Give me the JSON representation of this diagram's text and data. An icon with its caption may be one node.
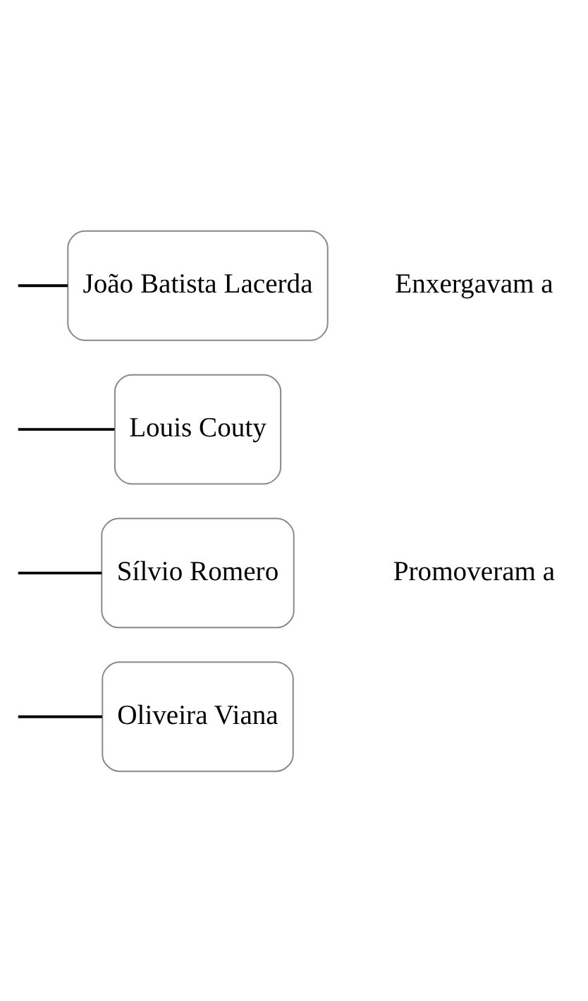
{
  "diagram": {
    "nodes": [
      {
        "text": [
          "João Batista Lacerda"
        ]
      },
      {
        "text": [
          "Louis Couty"
        ]
      },
      {
        "text": [
          "Sílvio Romero"
        ]
      },
      {
        "text": [
          "Oliveira Viana"
        ]
      }
    ],
    "edges": [
      {
        "from": null,
        "to": 0,
        "arrow": "none"
      },
      {
        "from": null,
        "to": 1,
        "arrow": "none"
      },
      {
        "from": null,
        "to": 2,
        "arrow": "none"
      },
      {
        "from": null,
        "to": 3,
        "arrow": "none"
      }
    ],
    "labels": [
      "Enxergavam a",
      "Promoveram a"
    ]
  }
}
